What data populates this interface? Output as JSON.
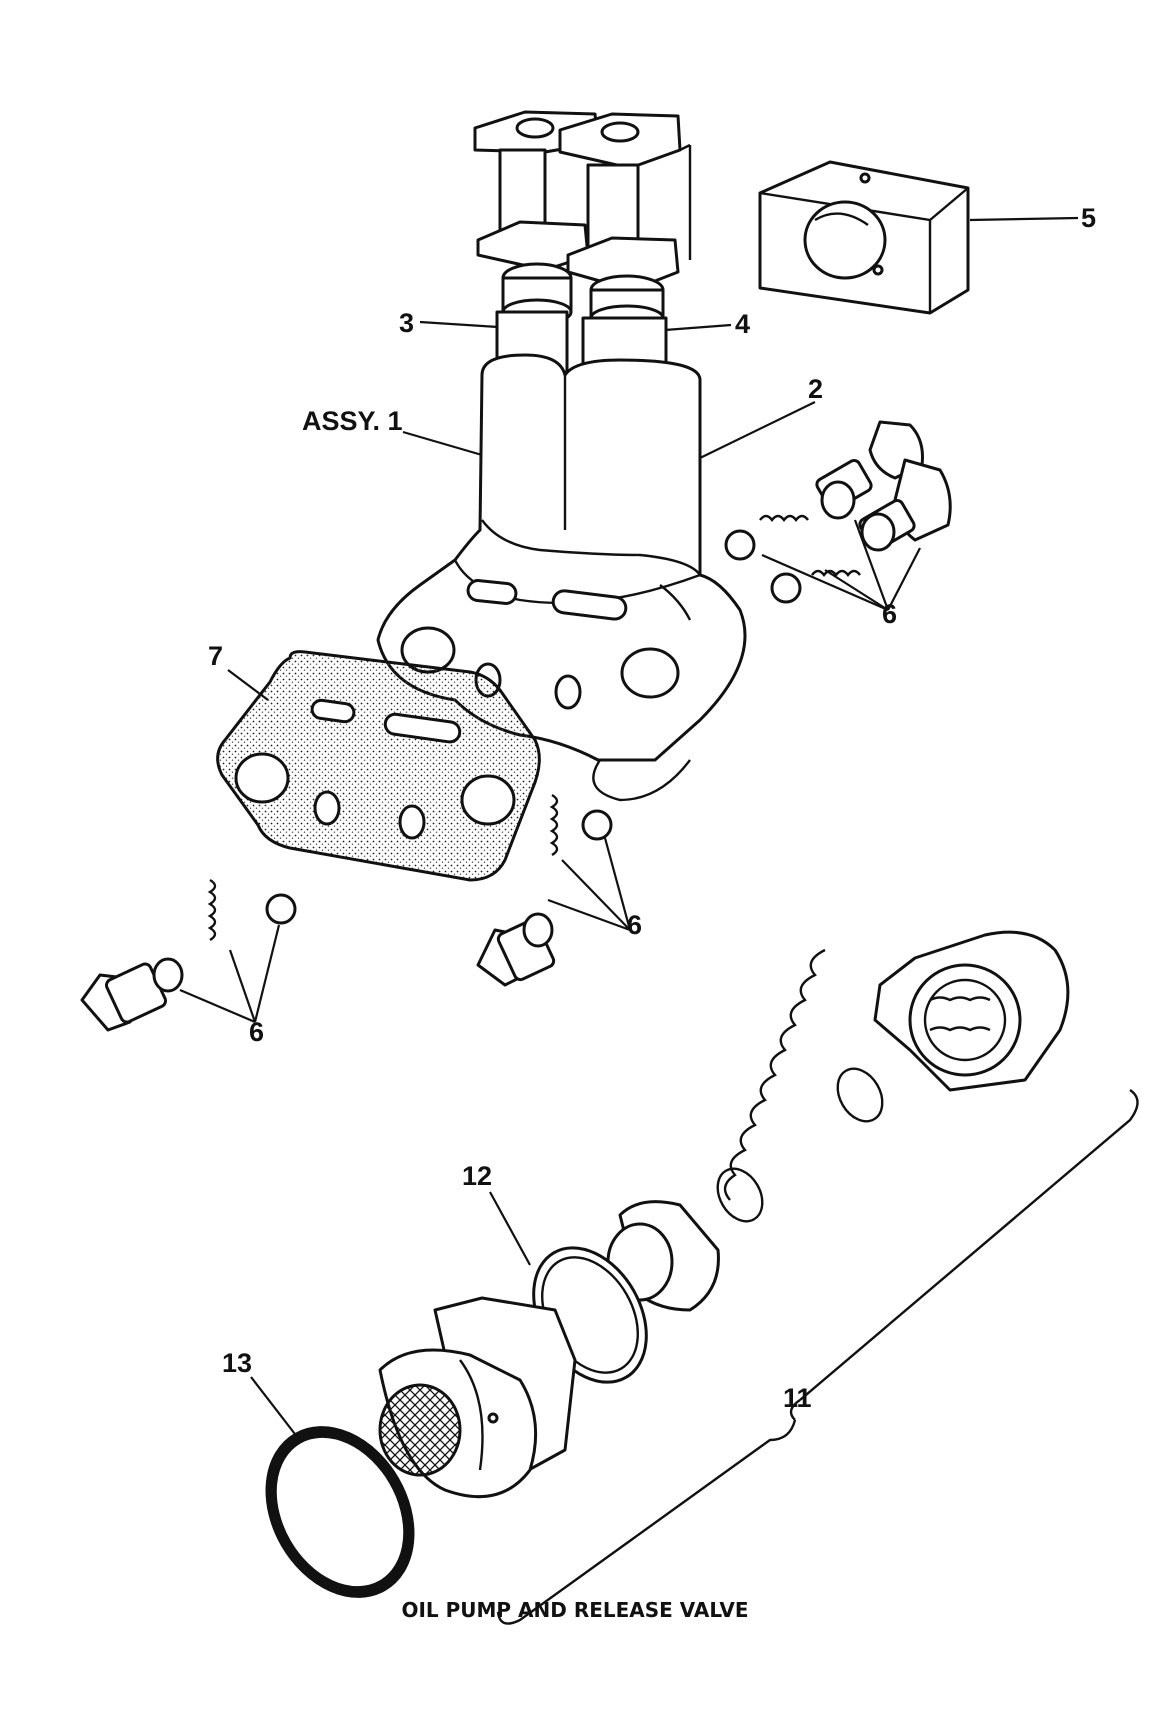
{
  "caption": "OIL PUMP AND RELEASE VALVE",
  "labels": {
    "assy1": "ASSY. 1",
    "p2": "2",
    "p3": "3",
    "p4": "4",
    "p5": "5",
    "p6a": "6",
    "p6b": "6",
    "p6c": "6",
    "p7": "7",
    "p11": "11",
    "p12": "12",
    "p13": "13"
  }
}
